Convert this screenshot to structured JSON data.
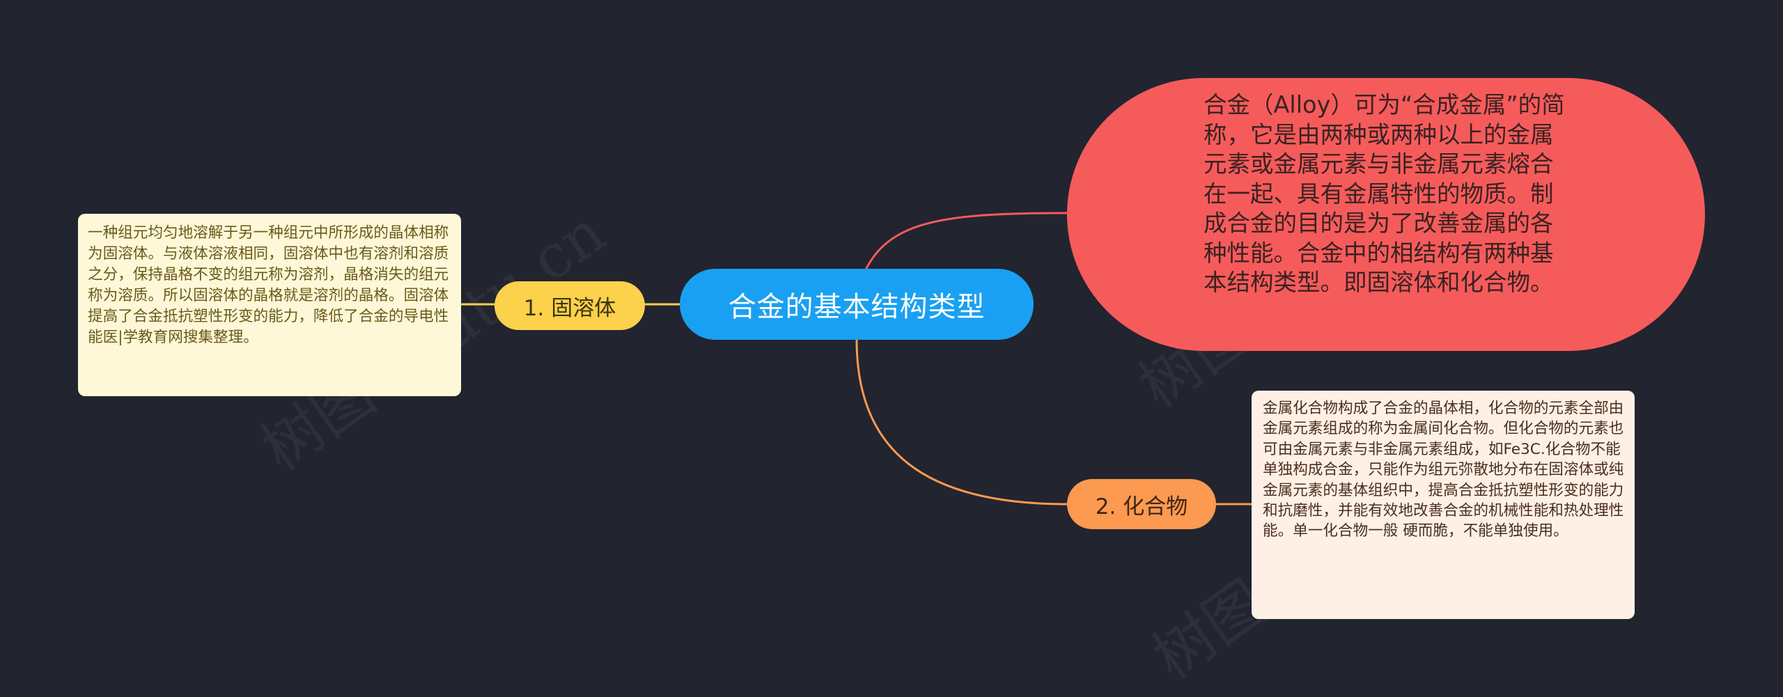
{
  "root": {
    "label": "合金的基本结构类型",
    "color": "#1aa0f2"
  },
  "description": {
    "text": "合金（Alloy）可为“合成金属”的简称，它是由两种或两种以上的金属元素或金属元素与非金属元素熔合在一起、具有金属特性的物质。制成合金的目的是为了改善金属的各种性能。合金中的相结构有两种基本结构类型。即固溶体和化合物。",
    "color": "#f65b5b"
  },
  "branches": [
    {
      "label": "1. 固溶体",
      "color": "#fcd14b",
      "detail": "一种组元均匀地溶解于另一种组元中所形成的晶体相称为固溶体。与液体溶液相同，固溶体中也有溶剂和溶质之分，保持晶格不变的组元称为溶剂，晶格消失的组元称为溶质。所以固溶体的晶格就是溶剂的晶格。固溶体提高了合金抵抗塑性形变的能力，降低了合金的导电性能医|学教育网搜集整理。"
    },
    {
      "label": "2. 化合物",
      "color": "#fb9a50",
      "detail": "金属化合物构成了合金的晶体相，化合物的元素全部由金属元素组成的称为金属间化合物。但化合物的元素也可由金属元素与非金属元素组成，如Fe3C.化合物不能单独构成合金，只能作为组元弥散地分布在固溶体或纯金属元素的基体组织中，提高合金抵抗塑性形变的能力和抗磨性，并能有效地改善合金的机械性能和热处理性能。单一化合物一般 硬而脆，不能单独使用。"
    }
  ],
  "watermark": {
    "text": "树图 shutu.cn"
  },
  "colors": {
    "background": "#22242f",
    "link_description": "#f65b5b",
    "link_branch1": "#fcd14b",
    "link_branch2": "#fb9a50"
  }
}
